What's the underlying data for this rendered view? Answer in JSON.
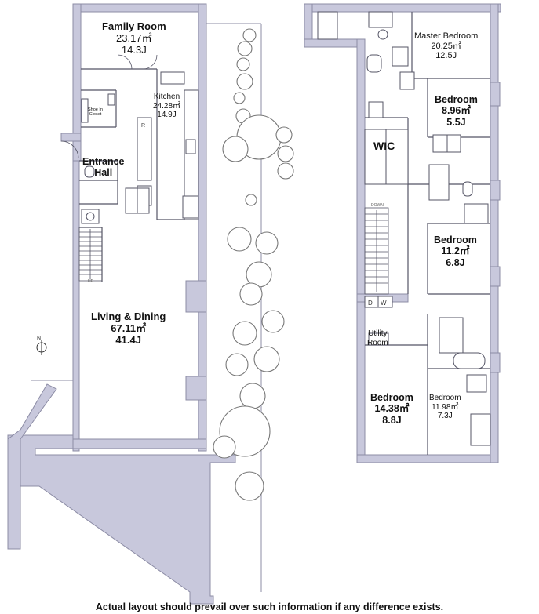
{
  "rooms": {
    "family_room": {
      "name": "Family Room",
      "area": "23.17㎡",
      "jo": "14.3J"
    },
    "kitchen": {
      "name": "Kitchen",
      "area": "24.28㎡",
      "jo": "14.9J"
    },
    "shoe_closet": {
      "name": "Shoe In\nCloset"
    },
    "entrance_hall": {
      "name": "Entrance\nHall"
    },
    "living_dining": {
      "name": "Living & Dining",
      "area": "67.11㎡",
      "jo": "41.4J"
    },
    "master_bedroom": {
      "name": "Master Bedroom",
      "area": "20.25㎡",
      "jo": "12.5J"
    },
    "bedroom_a": {
      "name": "Bedroom",
      "area": "8.96㎡",
      "jo": "5.5J"
    },
    "wic": {
      "name": "WIC"
    },
    "bedroom_b": {
      "name": "Bedroom",
      "area": "11.2㎡",
      "jo": "6.8J"
    },
    "utility": {
      "name": "Utility\nRoom"
    },
    "bedroom_c": {
      "name": "Bedroom",
      "area": "14.38㎡",
      "jo": "8.8J"
    },
    "bedroom_d": {
      "name": "Bedroom",
      "area": "11.98㎡",
      "jo": "7.3J"
    }
  },
  "fixtures": {
    "fridge": "R",
    "dryer": "D",
    "washer": "W",
    "stair_down": "DOWN",
    "stair_up": "UP",
    "north": "N"
  },
  "disclaimer": "Actual layout should prevail over such information if any difference exists.",
  "colors": {
    "wall": "#c8c8dc",
    "wall_edge": "#8c8ca5",
    "line": "#555566",
    "tree": "#777777"
  }
}
